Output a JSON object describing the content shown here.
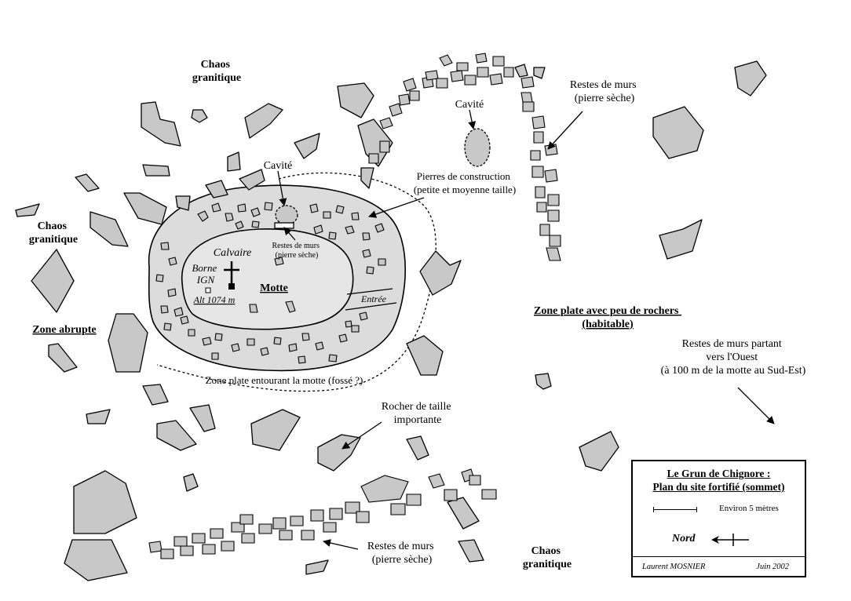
{
  "labels": {
    "chaos_top": [
      "Chaos",
      "granitique"
    ],
    "chaos_left": [
      "Chaos",
      "granitique"
    ],
    "chaos_bottom": [
      "Chaos",
      "granitique"
    ],
    "zone_abrupte": "Zone abrupte",
    "cavite_left": "Cavité",
    "cavite_right": "Cavité",
    "pierres_construction": [
      "Pierres de construction",
      "(petite et moyenne taille)"
    ],
    "restes_murs_small": [
      "Restes de murs",
      "(pierre sèche)"
    ],
    "restes_murs_right": [
      "Restes de murs",
      "(pierre sèche)"
    ],
    "restes_murs_bottom": [
      "Restes de murs",
      "(pierre sèche)"
    ],
    "calvaire": "Calvaire",
    "borne": [
      "Borne",
      "IGN"
    ],
    "alt": "Alt 1074 m",
    "motte": "Motte",
    "entree": "Entrée",
    "zone_plate_motte": "Zone plate entourant la motte (fossé ?)",
    "zone_plate_habitable": [
      "Zone plate avec peu de rochers",
      "(habitable)"
    ],
    "restes_ouest": [
      "Restes de murs partant",
      "vers l'Ouest",
      "(à 100 m de la motte au Sud-Est)"
    ],
    "rocher_taille": [
      "Rocher de taille",
      "importante"
    ]
  },
  "legend": {
    "title_line1": "Le Grun de Chignore :",
    "title_line2": "Plan du site fortifié (sommet)",
    "scale": "Environ 5 mètres",
    "north": "Nord",
    "author": "Laurent MOSNIER",
    "date": "Juin 2002"
  },
  "colors": {
    "stone_fill": "#c8c8c8",
    "outline": "#000000",
    "background": "#ffffff"
  }
}
